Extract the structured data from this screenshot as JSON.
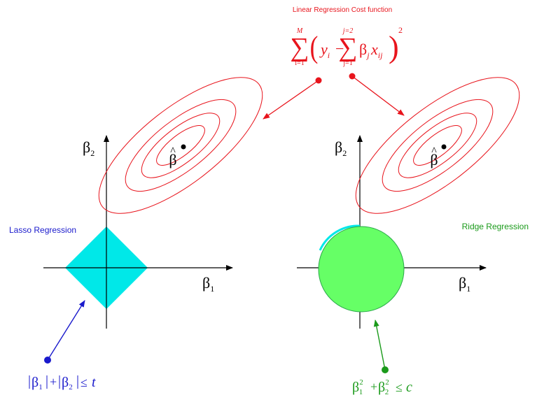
{
  "title": "Linear Regression Cost function",
  "formula": {
    "sum_outer_top": "M",
    "sum_outer_bottom": "i=1",
    "sum_inner_top": "j=2",
    "sum_inner_bottom": "j=1",
    "y": "y",
    "y_sub": "i",
    "minus": "−",
    "beta": "β",
    "beta_sub": "j",
    "x": "x",
    "x_sub": "ij",
    "exponent": "2"
  },
  "lasso": {
    "label": "Lasso Regression",
    "axis_x": "β",
    "axis_x_sub": "1",
    "axis_y": "β",
    "axis_y_sub": "2",
    "beta_hat": "β",
    "hat": "^",
    "constraint": {
      "b1": "β",
      "b1_sub": "1",
      "plus": "+",
      "b2": "β",
      "b2_sub": "2",
      "rel": "≤",
      "rhs": "t"
    }
  },
  "ridge": {
    "label": "Ridge Regression",
    "axis_x": "β",
    "axis_x_sub": "1",
    "axis_y": "β",
    "axis_y_sub": "2",
    "beta_hat": "β",
    "hat": "^",
    "constraint": {
      "b1": "β",
      "b1_sub": "1",
      "b1_sup": "2",
      "plus": "+",
      "b2": "β",
      "b2_sub": "2",
      "b2_sup": "2",
      "rel": "≤",
      "rhs": "c"
    }
  },
  "colors": {
    "cost": "#e8141c",
    "lasso": "#1a1acc",
    "lasso_fill": "#00e8e8",
    "ridge": "#1a9a1a",
    "ridge_fill": "#66ff66",
    "ridge_edge": "#2aa84a",
    "axis": "#000000"
  }
}
